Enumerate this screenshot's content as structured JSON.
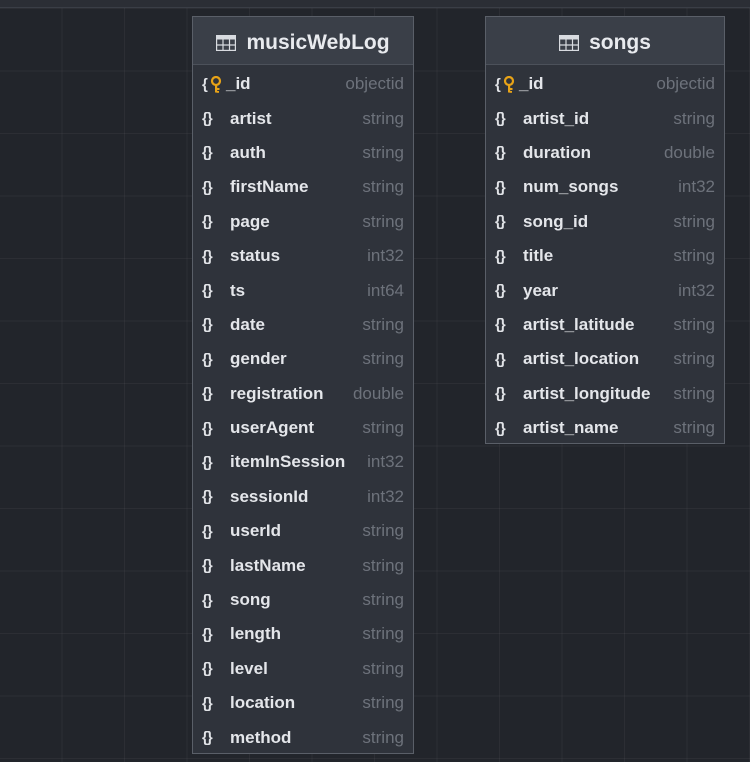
{
  "colors": {
    "background": "#22252b",
    "table_body": "#2f333b",
    "table_header": "#3a3f48",
    "border": "#5a5f68",
    "field_name": "#e4e6ea",
    "field_type": "#6d727b",
    "key_accent": "#e8a317"
  },
  "tables": [
    {
      "name": "musicWebLog",
      "icon": "table-icon",
      "fields": [
        {
          "name": "_id",
          "type": "objectid",
          "icon": "primary-key-icon"
        },
        {
          "name": "artist",
          "type": "string",
          "icon": "braces-icon"
        },
        {
          "name": "auth",
          "type": "string",
          "icon": "braces-icon"
        },
        {
          "name": "firstName",
          "type": "string",
          "icon": "braces-icon"
        },
        {
          "name": "page",
          "type": "string",
          "icon": "braces-icon"
        },
        {
          "name": "status",
          "type": "int32",
          "icon": "braces-icon"
        },
        {
          "name": "ts",
          "type": "int64",
          "icon": "braces-icon"
        },
        {
          "name": "date",
          "type": "string",
          "icon": "braces-icon"
        },
        {
          "name": "gender",
          "type": "string",
          "icon": "braces-icon"
        },
        {
          "name": "registration",
          "type": "double",
          "icon": "braces-icon"
        },
        {
          "name": "userAgent",
          "type": "string",
          "icon": "braces-icon"
        },
        {
          "name": "itemInSession",
          "type": "int32",
          "icon": "braces-icon"
        },
        {
          "name": "sessionId",
          "type": "int32",
          "icon": "braces-icon"
        },
        {
          "name": "userId",
          "type": "string",
          "icon": "braces-icon"
        },
        {
          "name": "lastName",
          "type": "string",
          "icon": "braces-icon"
        },
        {
          "name": "song",
          "type": "string",
          "icon": "braces-icon"
        },
        {
          "name": "length",
          "type": "string",
          "icon": "braces-icon"
        },
        {
          "name": "level",
          "type": "string",
          "icon": "braces-icon"
        },
        {
          "name": "location",
          "type": "string",
          "icon": "braces-icon"
        },
        {
          "name": "method",
          "type": "string",
          "icon": "braces-icon"
        }
      ]
    },
    {
      "name": "songs",
      "icon": "table-icon",
      "fields": [
        {
          "name": "_id",
          "type": "objectid",
          "icon": "primary-key-icon"
        },
        {
          "name": "artist_id",
          "type": "string",
          "icon": "braces-icon"
        },
        {
          "name": "duration",
          "type": "double",
          "icon": "braces-icon"
        },
        {
          "name": "num_songs",
          "type": "int32",
          "icon": "braces-icon"
        },
        {
          "name": "song_id",
          "type": "string",
          "icon": "braces-icon"
        },
        {
          "name": "title",
          "type": "string",
          "icon": "braces-icon"
        },
        {
          "name": "year",
          "type": "int32",
          "icon": "braces-icon"
        },
        {
          "name": "artist_latitude",
          "type": "string",
          "icon": "braces-icon"
        },
        {
          "name": "artist_location",
          "type": "string",
          "icon": "braces-icon"
        },
        {
          "name": "artist_longitude",
          "type": "string",
          "icon": "braces-icon"
        },
        {
          "name": "artist_name",
          "type": "string",
          "icon": "braces-icon"
        }
      ]
    }
  ]
}
